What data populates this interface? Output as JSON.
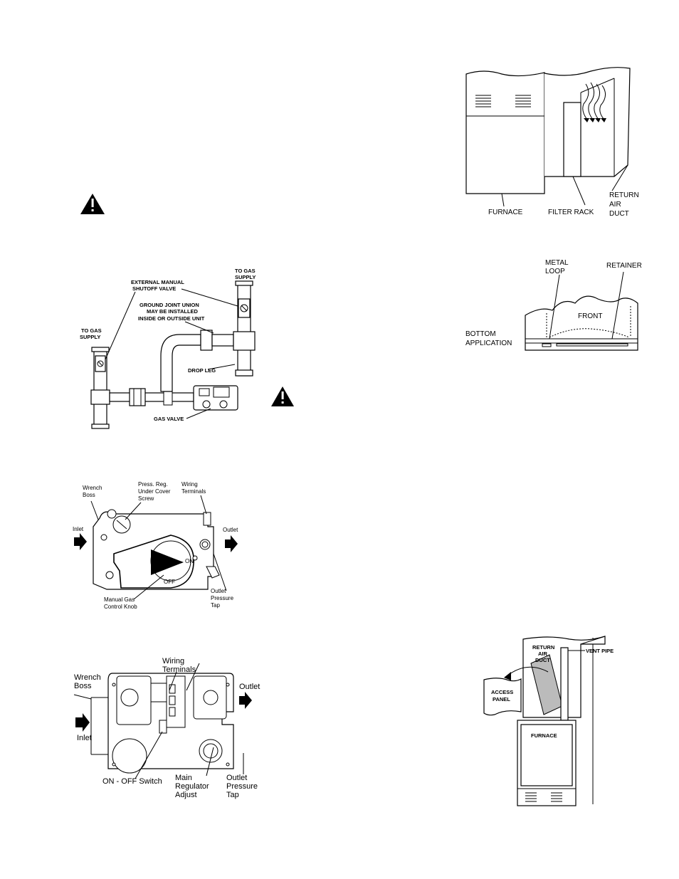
{
  "figures": {
    "filter_rack": {
      "furnace": "FURNACE",
      "filter_rack": "FILTER RACK",
      "return_air_duct": [
        "RETURN",
        "AIR",
        "DUCT"
      ]
    },
    "bottom_application": {
      "metal_loop": [
        "METAL",
        "LOOP"
      ],
      "retainer": "RETAINER",
      "front": "FRONT",
      "bottom_application": [
        "BOTTOM",
        "APPLICATION"
      ]
    },
    "gas_piping": {
      "to_gas_supply_right": [
        "TO GAS",
        "SUPPLY"
      ],
      "to_gas_supply_left": [
        "TO GAS",
        "SUPPLY"
      ],
      "external_shutoff": [
        "EXTERNAL MANUAL",
        "SHUTOFF VALVE"
      ],
      "ground_joint_union": [
        "GROUND JOINT UNION",
        "MAY BE INSTALLED",
        "INSIDE OR OUTSIDE UNIT"
      ],
      "drop_leg": "DROP LEG",
      "gas_valve": "GAS VALVE"
    },
    "gas_valve_1": {
      "wrench_boss": [
        "Wrench",
        "Boss"
      ],
      "press_reg": [
        "Press. Reg.",
        "Under Cover",
        "Screw"
      ],
      "wiring_terminals": [
        "Wiring",
        "Terminals"
      ],
      "inlet": "Inlet",
      "outlet": "Outlet",
      "on": "ON",
      "off": "OFF",
      "manual_knob": [
        "Manual Gas",
        "Control Knob"
      ],
      "outlet_tap": [
        "Outlet",
        "Pressure",
        "Tap"
      ]
    },
    "gas_valve_2": {
      "wiring_terminals": [
        "Wiring",
        "Terminals"
      ],
      "wrench_boss": [
        "Wrench",
        "Boss"
      ],
      "outlet": "Outlet",
      "inlet": "Inlet",
      "on_off_switch": "ON - OFF Switch",
      "main_regulator": [
        "Main",
        "Regulator",
        "Adjust"
      ],
      "outlet_tap": [
        "Outlet",
        "Pressure",
        "Tap"
      ]
    },
    "vent_access": {
      "return_air_duct": [
        "RETURN",
        "AIR",
        "DUCT"
      ],
      "vent_pipe": "VENT PIPE",
      "access_panel": [
        "ACCESS",
        "PANEL"
      ],
      "furnace": "FURNACE"
    }
  }
}
